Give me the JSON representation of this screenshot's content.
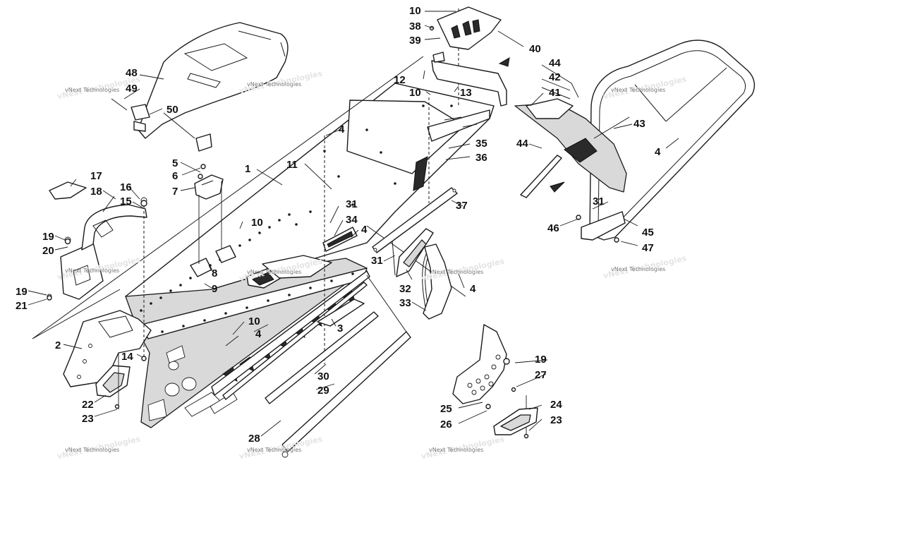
{
  "watermark": {
    "text": "vNext Technologies",
    "repeat_count": 10
  },
  "callouts": [
    {
      "label": "1"
    },
    {
      "label": "2"
    },
    {
      "label": "3"
    },
    {
      "label": "4"
    },
    {
      "label": "4"
    },
    {
      "label": "4"
    },
    {
      "label": "4"
    },
    {
      "label": "4"
    },
    {
      "label": "5"
    },
    {
      "label": "6"
    },
    {
      "label": "7"
    },
    {
      "label": "8"
    },
    {
      "label": "9"
    },
    {
      "label": "10"
    },
    {
      "label": "10"
    },
    {
      "label": "10"
    },
    {
      "label": "10"
    },
    {
      "label": "11"
    },
    {
      "label": "12"
    },
    {
      "label": "13"
    },
    {
      "label": "14"
    },
    {
      "label": "15"
    },
    {
      "label": "16"
    },
    {
      "label": "17"
    },
    {
      "label": "18"
    },
    {
      "label": "19"
    },
    {
      "label": "19"
    },
    {
      "label": "19"
    },
    {
      "label": "20"
    },
    {
      "label": "21"
    },
    {
      "label": "22"
    },
    {
      "label": "23"
    },
    {
      "label": "23"
    },
    {
      "label": "24"
    },
    {
      "label": "25"
    },
    {
      "label": "26"
    },
    {
      "label": "27"
    },
    {
      "label": "28"
    },
    {
      "label": "29"
    },
    {
      "label": "30"
    },
    {
      "label": "31"
    },
    {
      "label": "31"
    },
    {
      "label": "31"
    },
    {
      "label": "32"
    },
    {
      "label": "33"
    },
    {
      "label": "34"
    },
    {
      "label": "35"
    },
    {
      "label": "36"
    },
    {
      "label": "37"
    },
    {
      "label": "38"
    },
    {
      "label": "39"
    },
    {
      "label": "40"
    },
    {
      "label": "41"
    },
    {
      "label": "42"
    },
    {
      "label": "43"
    },
    {
      "label": "44"
    },
    {
      "label": "44"
    },
    {
      "label": "45"
    },
    {
      "label": "46"
    },
    {
      "label": "47"
    },
    {
      "label": "48"
    },
    {
      "label": "49"
    },
    {
      "label": "50"
    }
  ]
}
